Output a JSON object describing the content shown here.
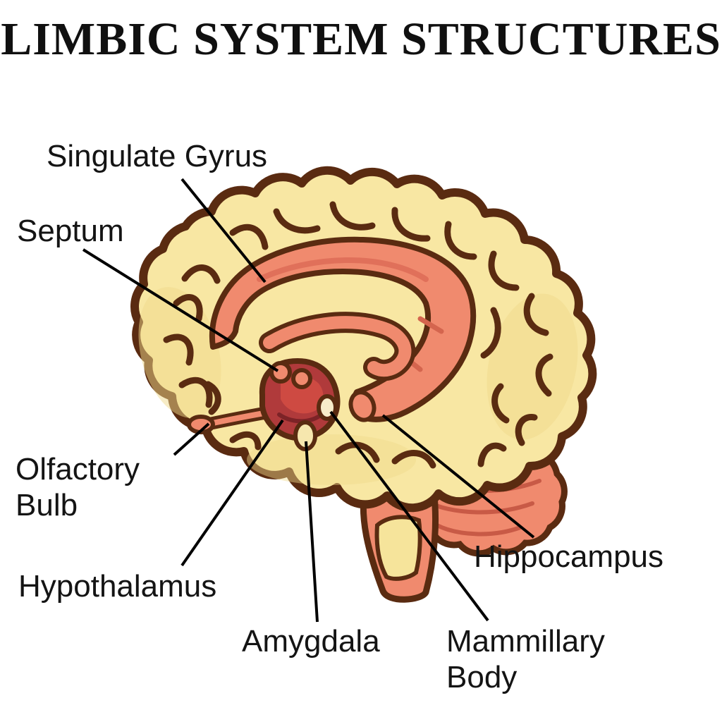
{
  "title": "LIMBIC SYSTEM STRUCTURES",
  "labels": {
    "singulate_gyrus": "Singulate Gyrus",
    "septum": "Septum",
    "olfactory_bulb": "Olfactory Bulb",
    "hypothalamus": "Hypothalamus",
    "amygdala": "Amygdala",
    "mammillary_body": "Mammillary Body",
    "hippocampus": "Hippocampus"
  },
  "colors": {
    "background": "#ffffff",
    "outline_brown": "#5a2b11",
    "cortex_yellow": "#f8e7a3",
    "cortex_shade": "#f0d98b",
    "limbic_salmon": "#f08a6e",
    "limbic_shade": "#d4654e",
    "deep_red": "#b03a3b",
    "deep_red_light": "#ce4a42",
    "stem_patch_yellow": "#f6e49b",
    "node_pale": "#f7ecca",
    "text": "#141414",
    "leader_line": "#000000"
  }
}
